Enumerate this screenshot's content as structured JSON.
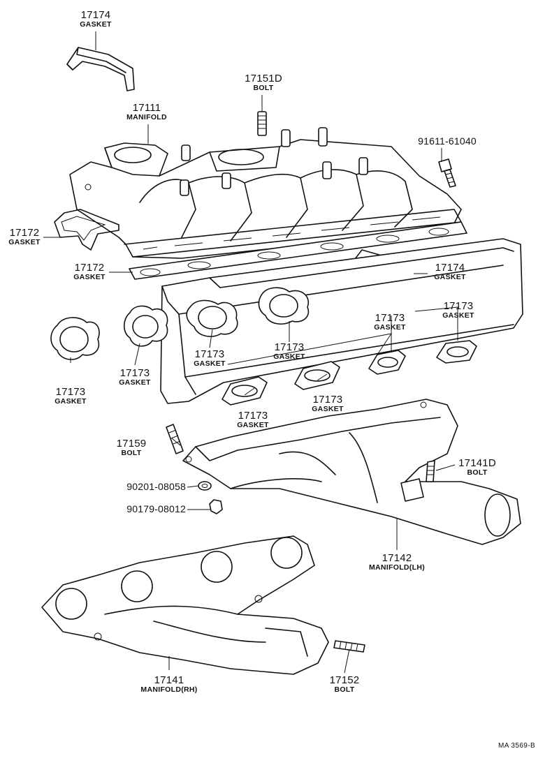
{
  "labels": {
    "gasket_17174_top": {
      "num": "17174",
      "name": "GASKET"
    },
    "manifold_17111": {
      "num": "17111",
      "name": "MANIFOLD"
    },
    "bolt_17151d": {
      "num": "17151D",
      "name": "BOLT"
    },
    "part_91611": {
      "num": "91611-61040"
    },
    "gasket_17172_left": {
      "num": "17172",
      "name": "GASKET"
    },
    "gasket_17172_mid": {
      "num": "17172",
      "name": "GASKET"
    },
    "gasket_17174_right": {
      "num": "17174",
      "name": "GASKET"
    },
    "gasket_17173_far_left": {
      "num": "17173",
      "name": "GASKET"
    },
    "gasket_17173_left": {
      "num": "17173",
      "name": "GASKET"
    },
    "gasket_17173_a": {
      "num": "17173",
      "name": "GASKET"
    },
    "gasket_17173_b": {
      "num": "17173",
      "name": "GASKET"
    },
    "gasket_17173_c": {
      "num": "17173",
      "name": "GASKET"
    },
    "gasket_17173_d": {
      "num": "17173",
      "name": "GASKET"
    },
    "gasket_17173_e": {
      "num": "17173",
      "name": "GASKET"
    },
    "gasket_17173_f": {
      "num": "17173",
      "name": "GASKET"
    },
    "bolt_17159": {
      "num": "17159",
      "name": "BOLT"
    },
    "bolt_17141d": {
      "num": "17141D",
      "name": "BOLT"
    },
    "part_90201": {
      "num": "90201-08058"
    },
    "part_90179": {
      "num": "90179-08012"
    },
    "manifold_17142": {
      "num": "17142",
      "name": "MANIFOLD(LH)"
    },
    "manifold_17141": {
      "num": "17141",
      "name": "MANIFOLD(RH)"
    },
    "bolt_17152": {
      "num": "17152",
      "name": "BOLT"
    }
  },
  "diagram_code": "MA 3569-B"
}
